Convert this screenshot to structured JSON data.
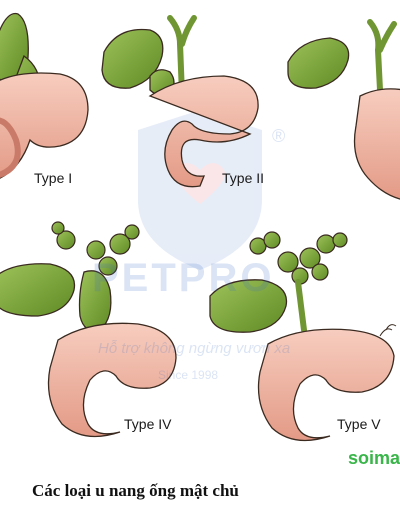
{
  "diagram": {
    "types": [
      {
        "id": "type-1",
        "label": "Type I"
      },
      {
        "id": "type-2",
        "label": "Type II"
      },
      {
        "id": "type-3",
        "label": ""
      },
      {
        "id": "type-4",
        "label": "Type IV"
      },
      {
        "id": "type-5",
        "label": "Type V"
      }
    ],
    "caption": "Các loại u nang ống mật chủ",
    "site_text": "soima",
    "watermark": {
      "brand": "PETPRO",
      "tagline": "Hỗ trợ không ngừng vươn xa",
      "since": "Since 1998",
      "registered": "®"
    }
  },
  "colors": {
    "gallbladder": "#7fa63a",
    "duct": "#86ad3f",
    "pancreas": "#f2b7a6",
    "pancreas_shade": "#d98a7a",
    "outline": "#3a2a20",
    "site_green": "#39b549"
  }
}
